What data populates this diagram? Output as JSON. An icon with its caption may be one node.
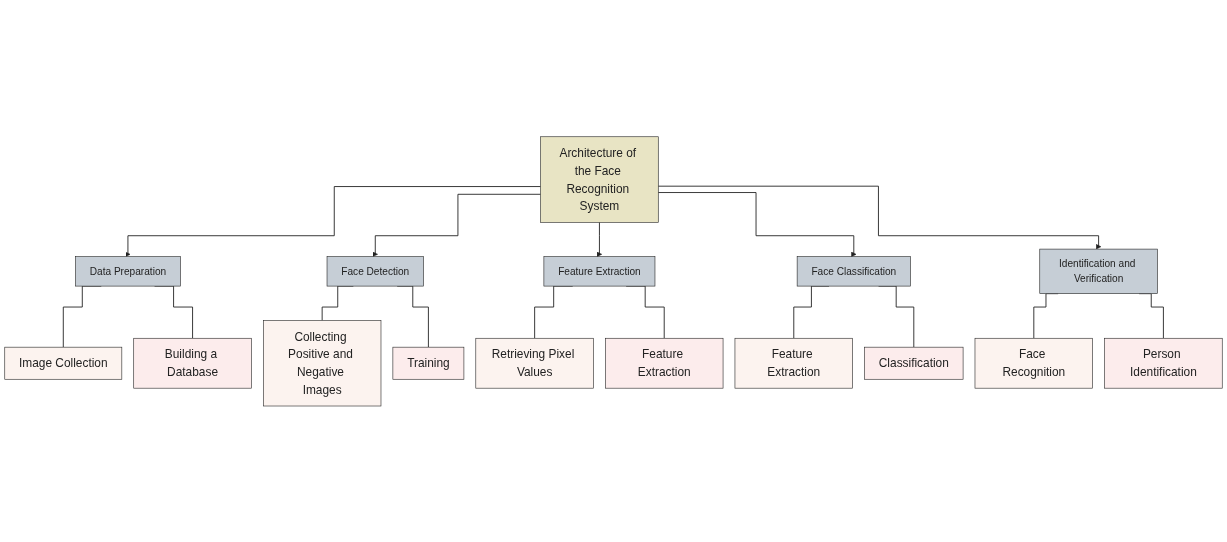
{
  "diagram": {
    "nodes": [
      {
        "text": [
          "Architecture of the Face Recognition System"
        ]
      },
      {
        "text": [
          "Data Preparation"
        ]
      },
      {
        "text": [
          "Face Detection"
        ]
      },
      {
        "text": [
          "Feature Extraction"
        ]
      },
      {
        "text": [
          "Face Classification"
        ]
      },
      {
        "text": [
          "Identification and Verification"
        ]
      },
      {
        "text": [
          "Image Collection"
        ]
      },
      {
        "text": [
          "Collecting Positive and Negative Images"
        ]
      },
      {
        "text": [
          "Retrieving Pixel Values"
        ]
      },
      {
        "text": [
          "Feature Extraction"
        ]
      },
      {
        "text": [
          "Face Recognition"
        ]
      },
      {
        "text": [
          "Building a Database"
        ]
      },
      {
        "text": [
          "Training"
        ]
      },
      {
        "text": [
          "Feature Extraction"
        ]
      },
      {
        "text": [
          "Classification"
        ]
      },
      {
        "text": [
          "Person Identification"
        ]
      }
    ],
    "edges": [
      {
        "from": 0,
        "to": 1,
        "arrow": "to"
      },
      {
        "from": 0,
        "to": 2,
        "arrow": "to"
      },
      {
        "from": 0,
        "to": 3,
        "arrow": "to"
      },
      {
        "from": 0,
        "to": 4,
        "arrow": "to"
      },
      {
        "from": 0,
        "to": 5,
        "arrow": "to"
      },
      {
        "from": 1,
        "to": 6,
        "arrow": "none"
      },
      {
        "from": 1,
        "to": 11,
        "arrow": "none"
      },
      {
        "from": 2,
        "to": 7,
        "arrow": "none"
      },
      {
        "from": 2,
        "to": 12,
        "arrow": "none"
      },
      {
        "from": 3,
        "to": 8,
        "arrow": "none"
      },
      {
        "from": 3,
        "to": 13,
        "arrow": "none"
      },
      {
        "from": 4,
        "to": 9,
        "arrow": "none"
      },
      {
        "from": 4,
        "to": 14,
        "arrow": "none"
      },
      {
        "from": 5,
        "to": 10,
        "arrow": "none"
      },
      {
        "from": 5,
        "to": 15,
        "arrow": "none"
      }
    ]
  }
}
